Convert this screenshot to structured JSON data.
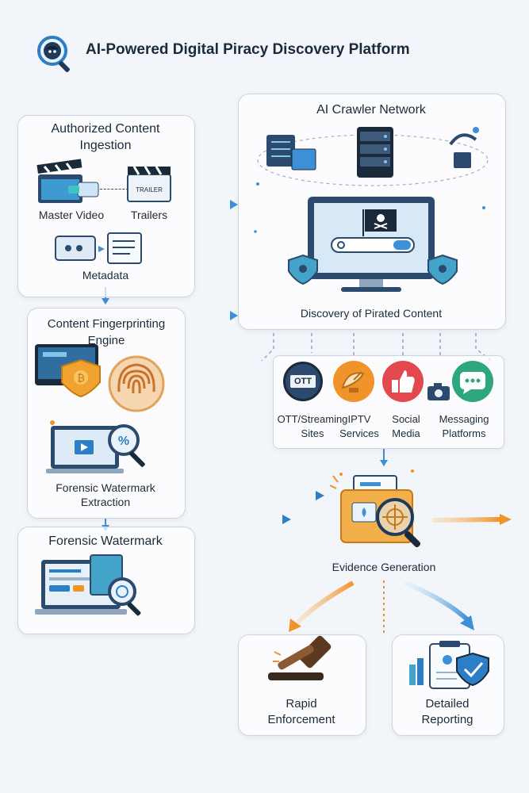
{
  "header": {
    "title": "AI-Powered Digital Piracy Discovery Platform"
  },
  "ingestion": {
    "title": "Authorized Content Ingestion",
    "master_video": "Master Video",
    "trailers": "Trailers",
    "trailer_clapper_text": "TRAILER",
    "metadata": "Metadata"
  },
  "fingerprinting": {
    "title": "Content Fingerprinting Engine",
    "extraction": "Forensic Watermark Extraction"
  },
  "watermark": {
    "title": "Forensic Watermark"
  },
  "crawler": {
    "title": "AI Crawler Network",
    "discovery": "Discovery of Pirated Content"
  },
  "sources": {
    "ott_badge": "OTT",
    "items": [
      "OTT/Streaming Sites",
      "IPTV Services",
      "Social Media",
      "Messaging Platforms"
    ]
  },
  "evidence": {
    "title": "Evidence Generation"
  },
  "outcomes": {
    "enforcement": "Rapid Enforcement",
    "reporting": "Detailed Reporting"
  },
  "colors": {
    "accent_blue": "#3d8fd6",
    "accent_orange": "#f0932b",
    "navy": "#2c4a6e"
  }
}
